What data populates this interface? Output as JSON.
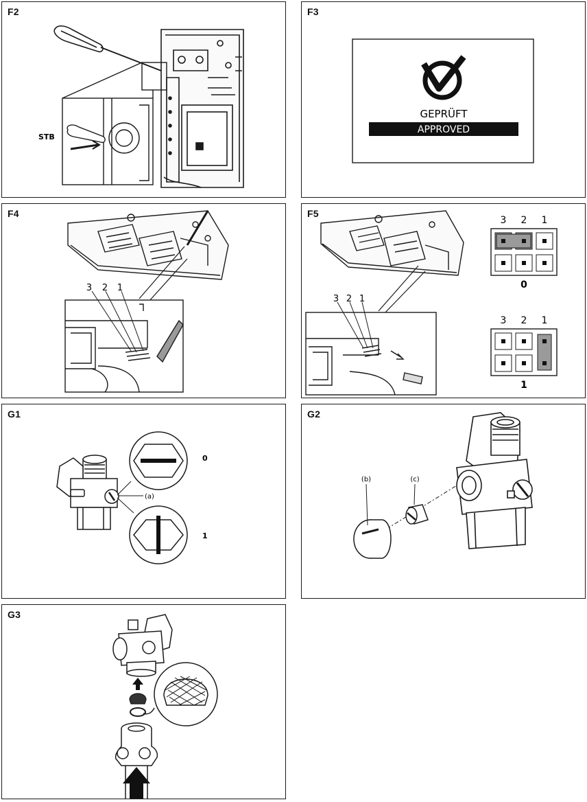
{
  "panels": {
    "f2": {
      "label": "F2",
      "callout": "STB"
    },
    "f3": {
      "label": "F3",
      "seal_text": "GEPRÜFT",
      "approved_text": "APPROVED"
    },
    "f4": {
      "label": "F4",
      "pin_numbers": [
        "3",
        "2",
        "1"
      ]
    },
    "f5": {
      "label": "F5",
      "pin_numbers": [
        "3",
        "2",
        "1"
      ],
      "jumper_top": {
        "pin_numbers": [
          "3",
          "2",
          "1"
        ],
        "setting": "0"
      },
      "jumper_bottom": {
        "pin_numbers": [
          "3",
          "2",
          "1"
        ],
        "setting": "1"
      }
    },
    "g1": {
      "label": "G1",
      "callout_a": "(a)",
      "setting_top": "0",
      "setting_bottom": "1"
    },
    "g2": {
      "label": "G2",
      "callout_b": "(b)",
      "callout_c": "(c)"
    },
    "g3": {
      "label": "G3"
    }
  },
  "icons": {
    "approved_seal": "check-mark-icon",
    "flow_arrow": "arrow-up-icon"
  },
  "colors": {
    "line": "#1a1a1a",
    "jumper_fill": "#9a9a9a",
    "banner": "#111111"
  }
}
